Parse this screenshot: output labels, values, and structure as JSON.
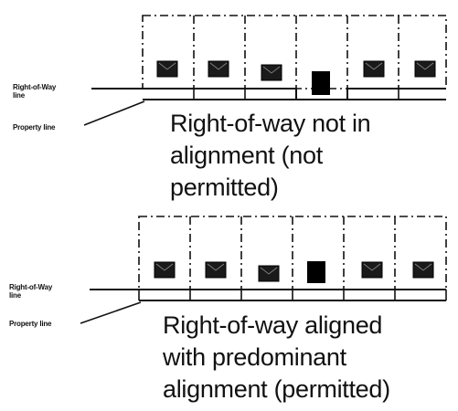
{
  "diagrams": [
    {
      "row_label": "Right-of-Way line",
      "prop_label": "Property line",
      "caption": [
        "Right-of-way not in",
        "alignment (not",
        "permitted)"
      ]
    },
    {
      "row_label": "Right-of-Way line",
      "prop_label": "Property line",
      "caption": [
        "Right-of-way aligned",
        "with predominant",
        "alignment (permitted)"
      ]
    }
  ]
}
